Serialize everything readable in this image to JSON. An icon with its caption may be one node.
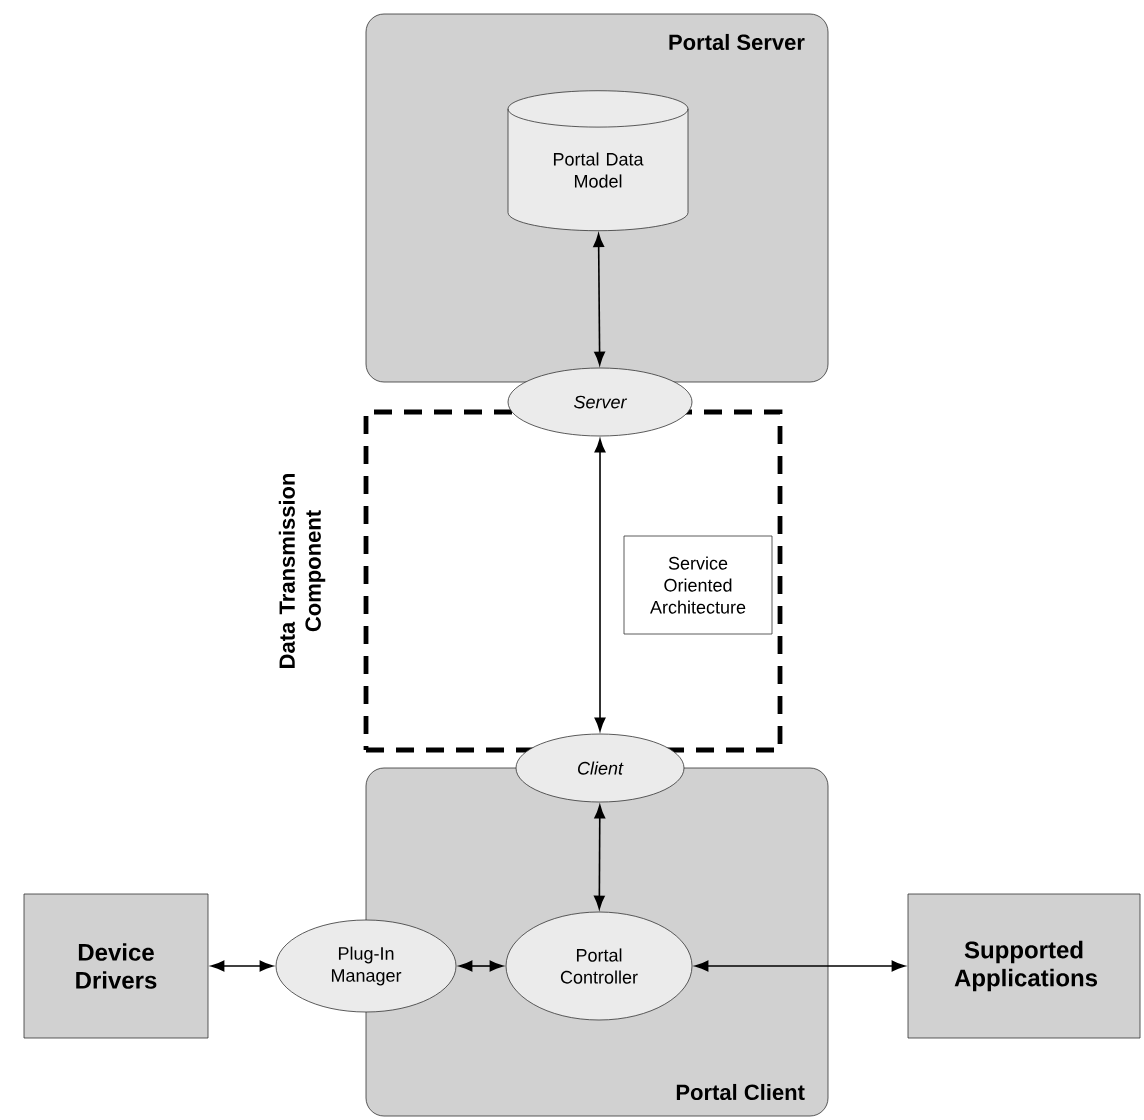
{
  "diagram": {
    "nodes": [
      {
        "text": [
          "Portal Server"
        ]
      },
      {
        "text": [
          "Portal Data Model"
        ],
        "in": 0
      },
      {
        "text": [
          "Server"
        ]
      },
      {
        "text": [
          "Data Transmission Component"
        ]
      },
      {
        "text": [
          "Service Oriented Architecture"
        ],
        "in": 3
      },
      {
        "text": [
          "Client"
        ]
      },
      {
        "text": [
          "Portal Client"
        ]
      },
      {
        "text": [
          "Device Drivers"
        ]
      },
      {
        "text": [
          "Plug-In Manager"
        ]
      },
      {
        "text": [
          "Portal Controller"
        ],
        "in": 6
      },
      {
        "text": [
          "Supported Applications"
        ]
      }
    ],
    "edges": [
      {
        "from": 1,
        "to": 2,
        "arrow": "both"
      },
      {
        "from": 2,
        "to": 5,
        "arrow": "both"
      },
      {
        "from": 5,
        "to": 9,
        "arrow": "both"
      },
      {
        "from": 7,
        "to": 8,
        "arrow": "both"
      },
      {
        "from": 8,
        "to": 9,
        "arrow": "both"
      },
      {
        "from": 9,
        "to": 10,
        "arrow": "both"
      }
    ]
  }
}
